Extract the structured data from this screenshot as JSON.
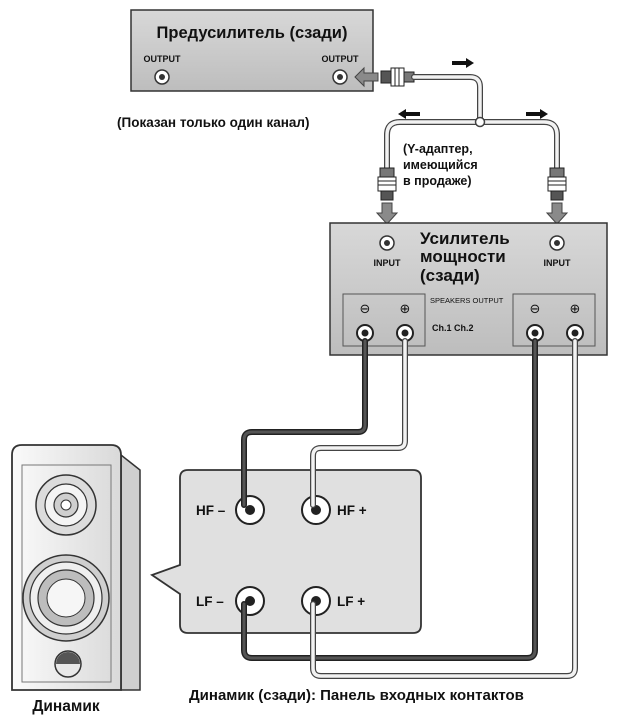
{
  "preamp": {
    "title": "Предусилитель (сзади)",
    "output_left": "OUTPUT",
    "output_right": "OUTPUT"
  },
  "channel_note": "(Показан только один канал)",
  "y_adapter": {
    "line1": "(Y-адаптер,",
    "line2": "имеющийся",
    "line3": "в продаже)"
  },
  "amplifier": {
    "title_line1": "Усилитель",
    "title_line2": "мощности",
    "title_line3": "(сзади)",
    "input_left": "INPUT",
    "input_right": "INPUT",
    "speakers_output": "SPEAKERS OUTPUT",
    "channels": "Ch.1 Ch.2",
    "minus_symbol": "⊖",
    "plus_symbol": "⊕"
  },
  "terminal_panel": {
    "hf_minus": "HF –",
    "hf_plus": "HF +",
    "lf_minus": "LF –",
    "lf_plus": "LF +"
  },
  "speaker_label": "Динамик",
  "panel_caption": "Динамик (сзади): Панель входных контактов"
}
